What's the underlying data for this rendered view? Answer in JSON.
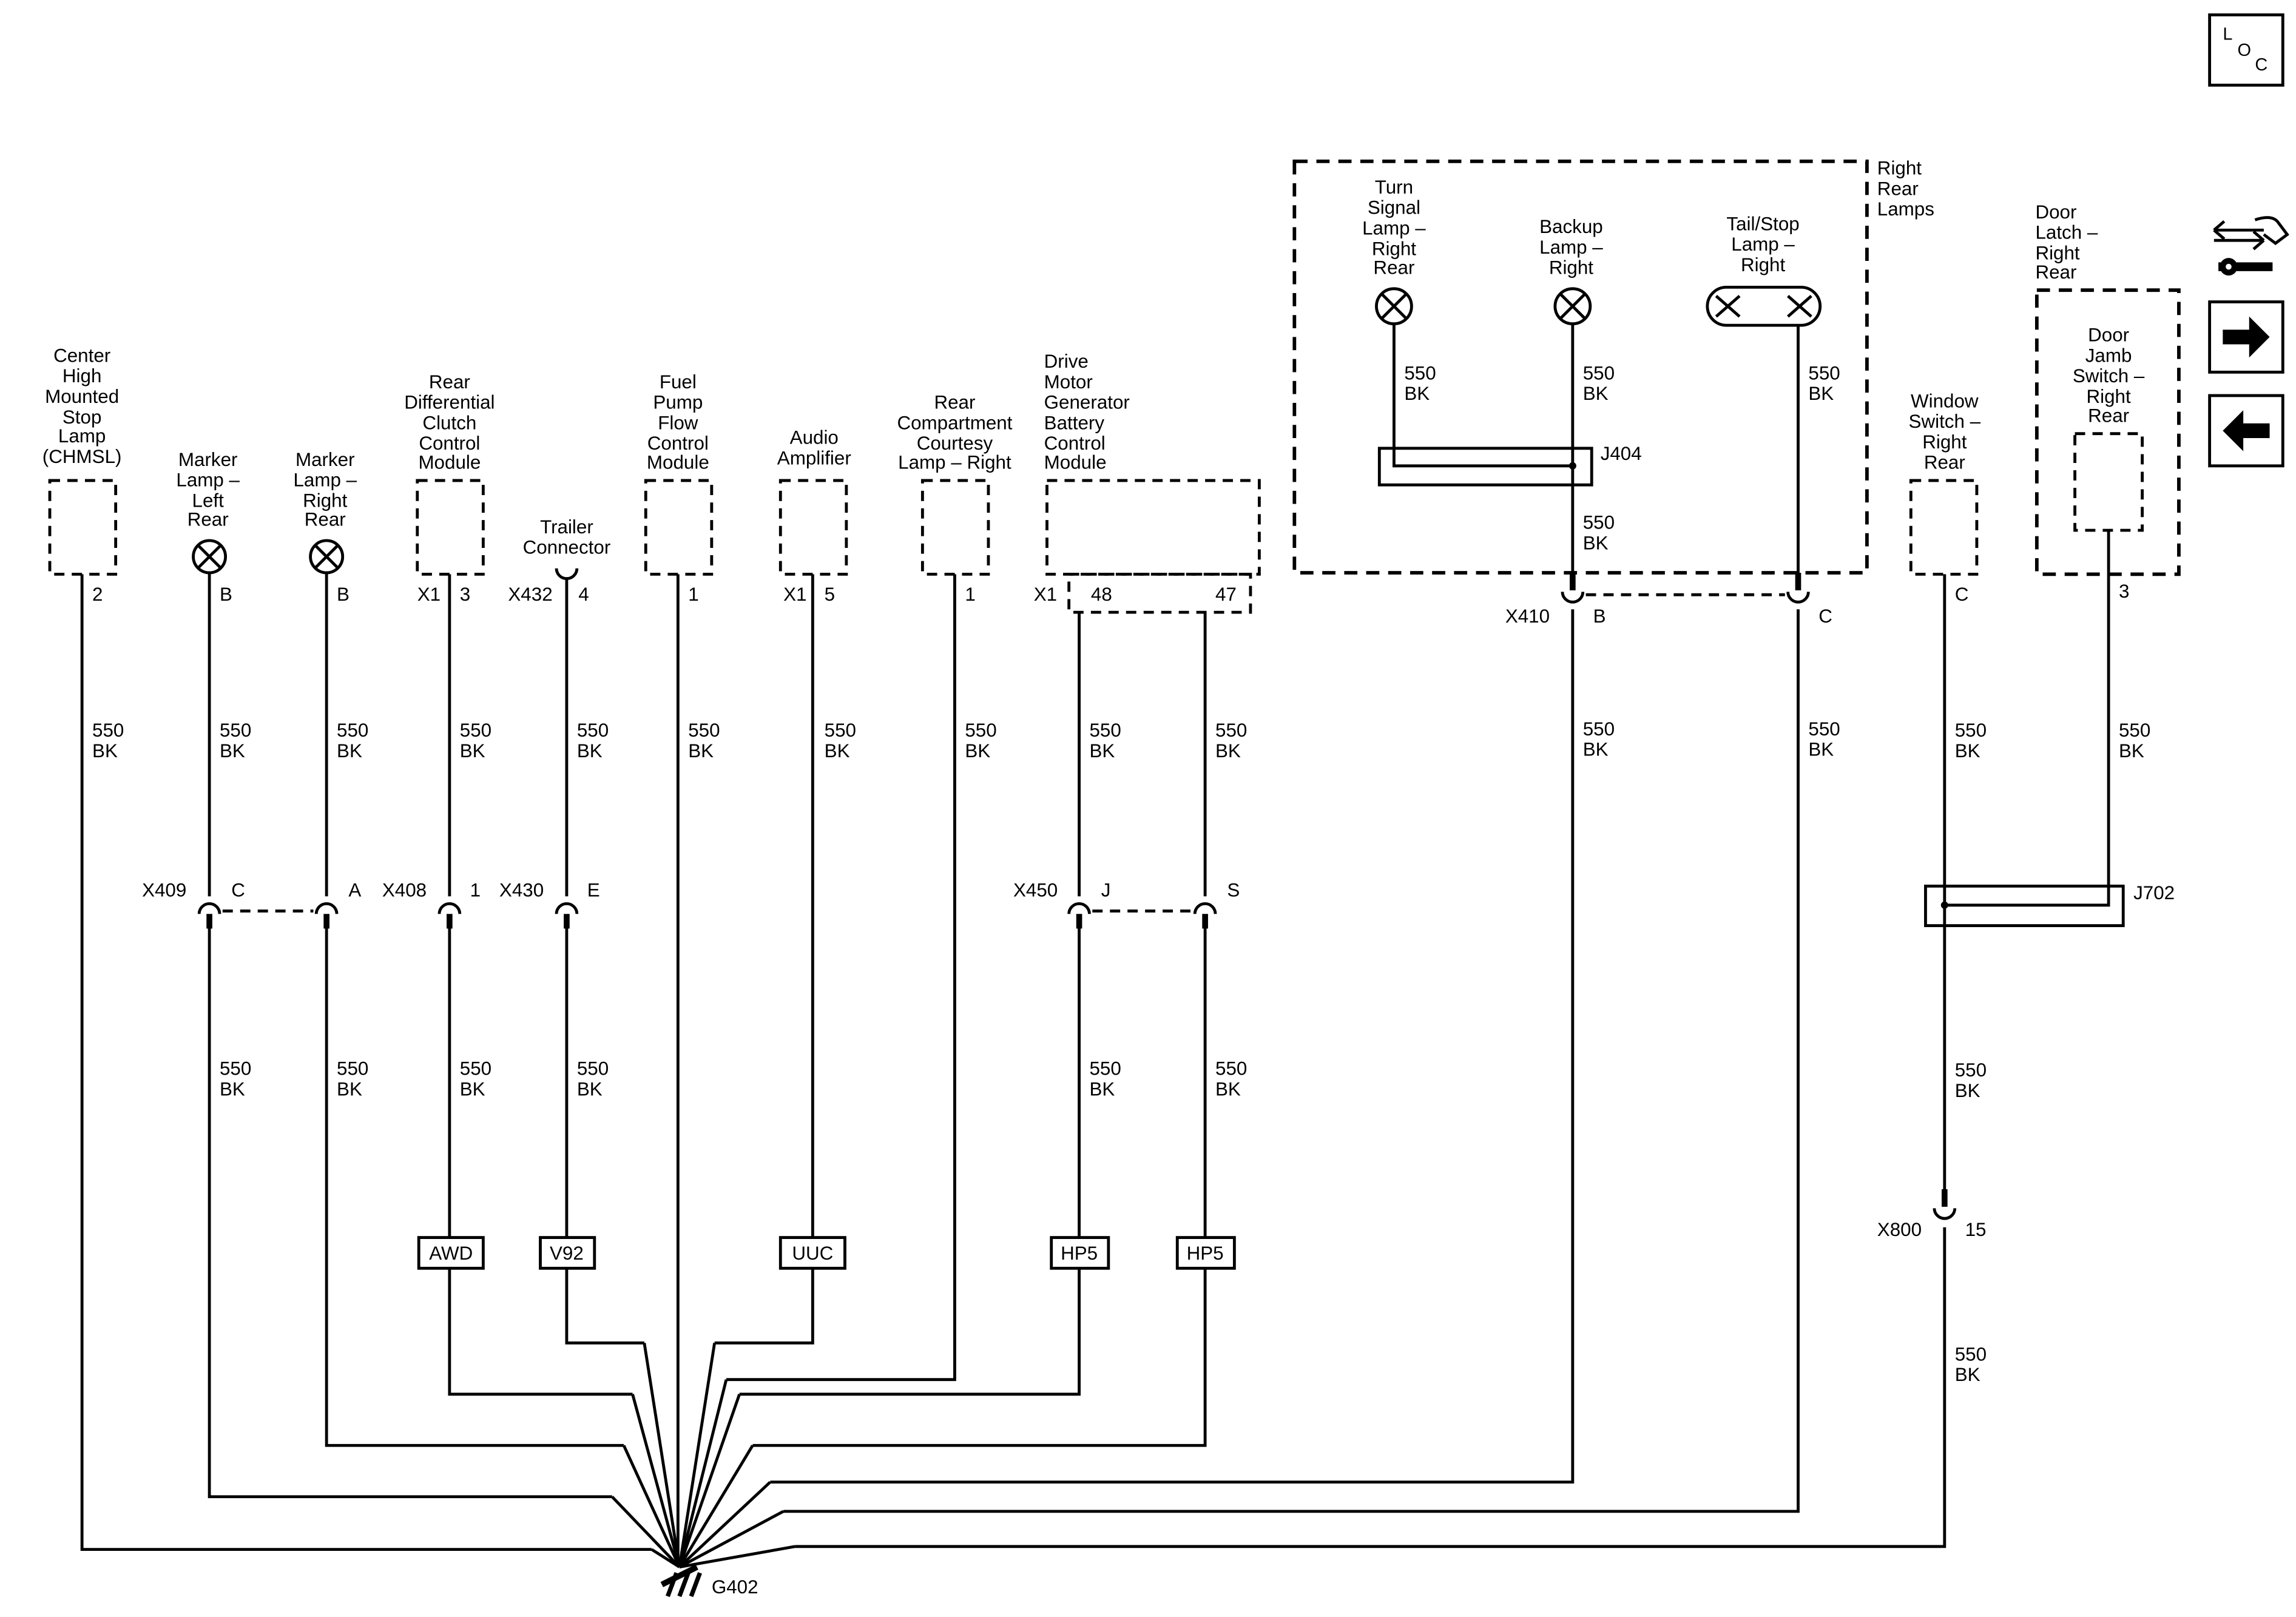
{
  "loc_icon": {
    "letters": [
      "L",
      "O",
      "C"
    ]
  },
  "side_icons": [
    "connector-tools-icon",
    "arrow-right-icon",
    "arrow-left-icon"
  ],
  "components": {
    "chmsl": [
      "Center",
      "High",
      "Mounted",
      "Stop",
      "Lamp",
      "(CHMSL)"
    ],
    "marker_left": [
      "Marker",
      "Lamp –",
      "Left",
      "Rear"
    ],
    "marker_right": [
      "Marker",
      "Lamp –",
      "Right",
      "Rear"
    ],
    "rdccm": [
      "Rear",
      "Differential",
      "Clutch",
      "Control",
      "Module"
    ],
    "trailer": [
      "Trailer",
      "Connector"
    ],
    "fuel_pump": [
      "Fuel",
      "Pump",
      "Flow",
      "Control",
      "Module"
    ],
    "audio": [
      "Audio",
      "Amplifier"
    ],
    "courtesy": [
      "Rear",
      "Compartment",
      "Courtesy",
      "Lamp – Right"
    ],
    "dmgbcm": [
      "Drive",
      "Motor",
      "Generator",
      "Battery",
      "Control",
      "Module"
    ],
    "turn_signal": [
      "Turn",
      "Signal",
      "Lamp –",
      "Right",
      "Rear"
    ],
    "backup": [
      "Backup",
      "Lamp –",
      "Right"
    ],
    "tail_stop": [
      "Tail/Stop",
      "Lamp –",
      "Right"
    ],
    "right_rear_lamps": [
      "Right",
      "Rear",
      "Lamps"
    ],
    "window_switch": [
      "Window",
      "Switch –",
      "Right",
      "Rear"
    ],
    "door_latch": [
      "Door",
      "Latch –",
      "Right",
      "Rear"
    ],
    "door_jamb": [
      "Door",
      "Jamb",
      "Switch –",
      "Right",
      "Rear"
    ]
  },
  "pins": {
    "chmsl": "2",
    "marker_left": "B",
    "marker_right": "B",
    "rdccm_conn": "X1",
    "rdccm": "3",
    "trailer_conn": "X432",
    "trailer": "4",
    "fuel_pump": "1",
    "audio_conn": "X1",
    "audio": "5",
    "courtesy": "1",
    "dmgbcm_conn": "X1",
    "dmgbcm_a": "48",
    "dmgbcm_b": "47",
    "window_switch": "C",
    "door_jamb": "3"
  },
  "wire": {
    "circuit": "550",
    "color": "BK"
  },
  "inline_connectors": {
    "x409": {
      "name": "X409",
      "pin_a": "C",
      "pin_b": "A"
    },
    "x408": {
      "name": "X408",
      "pin": "1"
    },
    "x430": {
      "name": "X430",
      "pin": "E"
    },
    "x450": {
      "name": "X450",
      "pin_a": "J",
      "pin_b": "S"
    },
    "x410": {
      "name": "X410",
      "pin_a": "B",
      "pin_b": "C"
    },
    "x800": {
      "name": "X800",
      "pin": "15"
    }
  },
  "splices": {
    "j404": "J404",
    "j702": "J702"
  },
  "options": {
    "awd": "AWD",
    "v92": "V92",
    "uuc": "UUC",
    "hp5a": "HP5",
    "hp5b": "HP5"
  },
  "ground": "G402"
}
